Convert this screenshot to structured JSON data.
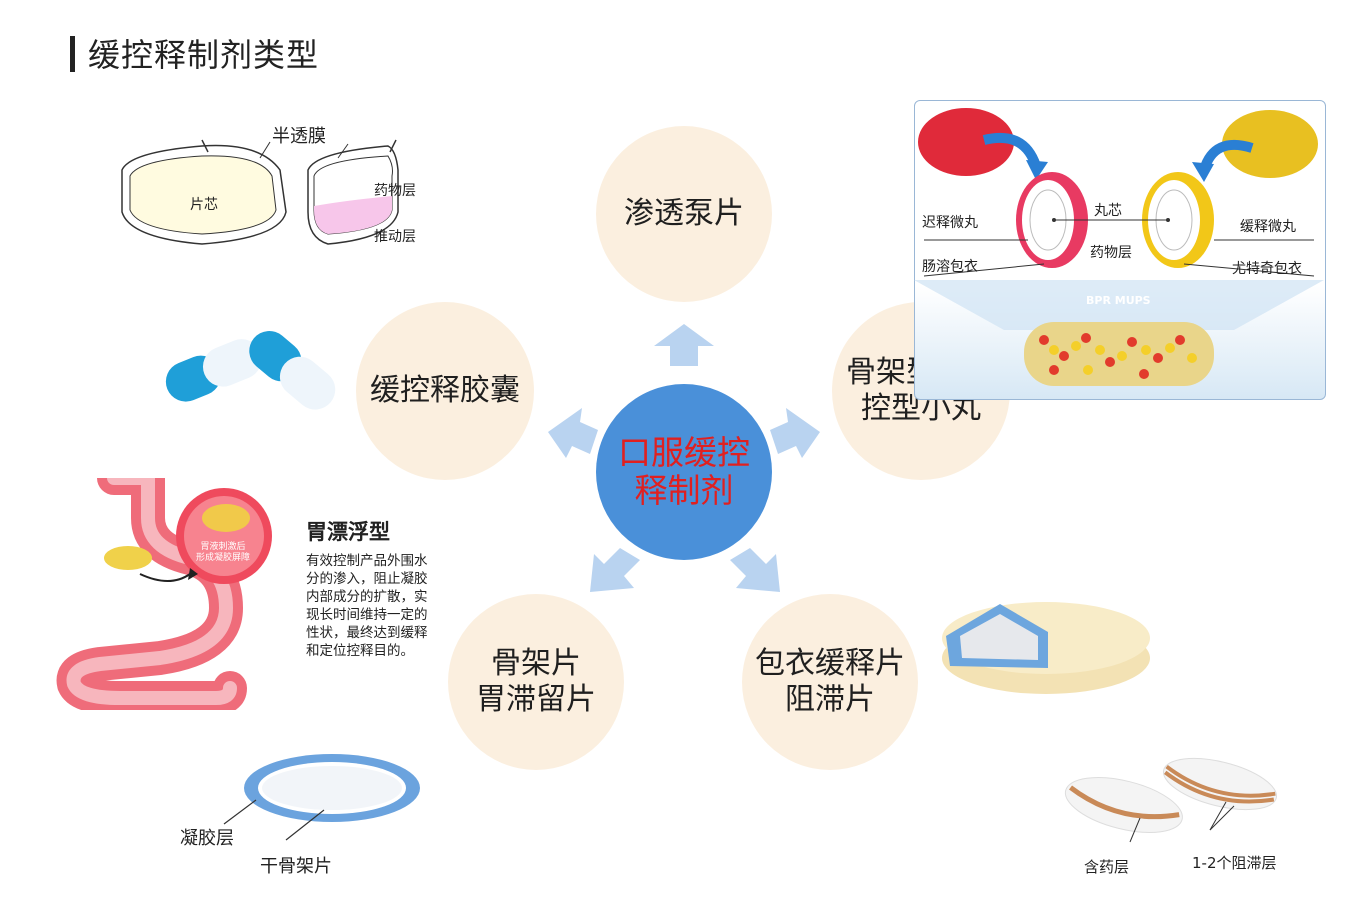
{
  "page_title": "缓控释制剂类型",
  "center_label": "口服缓控\n释制剂",
  "nodes": {
    "osmotic": "渗透泵片",
    "capsule": "缓控释胶囊",
    "pellet": "骨架型和膜\n控型小丸",
    "matrix": "骨架片\n胃滞留片",
    "coated": "包衣缓释片\n阻滞片"
  },
  "osmotic_figure": {
    "membrane": "半透膜",
    "core": "片芯",
    "drug_layer": "药物层",
    "push_layer": "推动层"
  },
  "mups_figure": {
    "delayed": "迟释微丸",
    "sustained": "缓释微丸",
    "pellet_core": "丸芯",
    "drug_layer": "药物层",
    "enteric": "肠溶包衣",
    "eudragit": "尤特奇包衣",
    "banner": "BPR MUPS"
  },
  "gastric_figure": {
    "bubble_text": "胃液刺激后\n形成凝胶屏障",
    "title": "胃漂浮型",
    "description": "有效控制产品外围水分的渗入，阻止凝胶内部成分的扩散，实现长时间维持一定的性状，最终达到缓释和定位控释目的。"
  },
  "matrix_figure": {
    "gel_layer": "凝胶层",
    "dry_core": "干骨架片"
  },
  "layer_figure": {
    "drug_layer": "含药层",
    "barrier": "1-2个阻滞层"
  },
  "colors": {
    "bubble": "#fbefdf",
    "center": "#4a90d9",
    "center_text": "#e02020",
    "arrow": "#b9d3f0"
  }
}
